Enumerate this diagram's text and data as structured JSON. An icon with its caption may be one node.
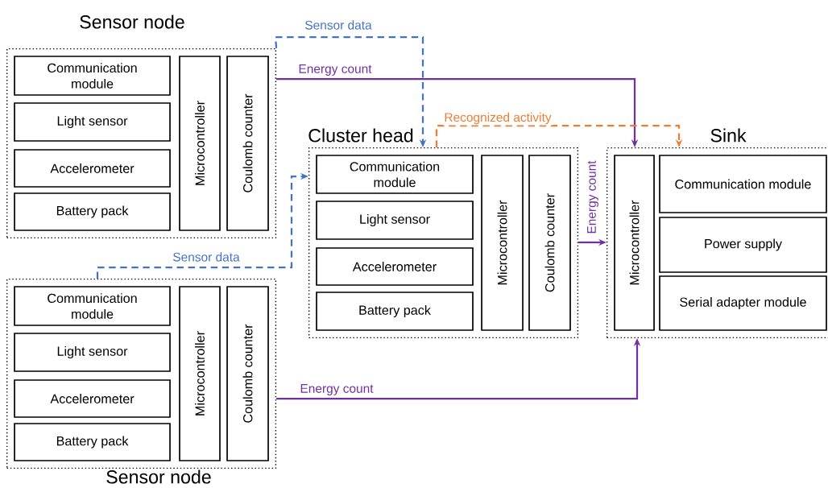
{
  "diagram": {
    "nodes": [
      {
        "text": [
          "Sensor node"
        ]
      },
      {
        "text": [
          "Communication module"
        ],
        "in": 0
      },
      {
        "text": [
          "Light sensor"
        ],
        "in": 0
      },
      {
        "text": [
          "Accelerometer"
        ],
        "in": 0
      },
      {
        "text": [
          "Battery pack"
        ],
        "in": 0
      },
      {
        "text": [
          "Microcontroller"
        ],
        "in": 0
      },
      {
        "text": [
          "Coulomb counter"
        ],
        "in": 0
      },
      {
        "text": [
          "Cluster head"
        ]
      },
      {
        "text": [
          "Communication module"
        ],
        "in": 7
      },
      {
        "text": [
          "Light sensor"
        ],
        "in": 7
      },
      {
        "text": [
          "Accelerometer"
        ],
        "in": 7
      },
      {
        "text": [
          "Battery pack"
        ],
        "in": 7
      },
      {
        "text": [
          "Microcontroller"
        ],
        "in": 7
      },
      {
        "text": [
          "Coulomb counter"
        ],
        "in": 7
      },
      {
        "text": [
          "Sink"
        ]
      },
      {
        "text": [
          "Microcontroller"
        ],
        "in": 14
      },
      {
        "text": [
          "Communication module"
        ],
        "in": 14
      },
      {
        "text": [
          "Power supply"
        ],
        "in": 14
      },
      {
        "text": [
          "Serial adapter module"
        ],
        "in": 14
      },
      {
        "text": [
          "Sensor node"
        ]
      },
      {
        "text": [
          "Communication module"
        ],
        "in": 19
      },
      {
        "text": [
          "Light sensor"
        ],
        "in": 19
      },
      {
        "text": [
          "Accelerometer"
        ],
        "in": 19
      },
      {
        "text": [
          "Battery pack"
        ],
        "in": 19
      },
      {
        "text": [
          "Microcontroller"
        ],
        "in": 19
      },
      {
        "text": [
          "Coulomb counter"
        ],
        "in": 19
      }
    ],
    "edges": [
      {
        "from": 0,
        "to": 7,
        "arrow": "to",
        "label": "Sensor data",
        "style": "dashed",
        "color": "#4472c4"
      },
      {
        "from": 0,
        "to": 14,
        "arrow": "to",
        "label": "Energy count",
        "color": "#7030a0"
      },
      {
        "from": 7,
        "to": 14,
        "arrow": "to",
        "label": "Recognized activity",
        "style": "dashed",
        "color": "#ed7d31"
      },
      {
        "from": 19,
        "to": 7,
        "arrow": "to",
        "label": "Sensor data",
        "style": "dashed",
        "color": "#4472c4"
      },
      {
        "from": 7,
        "to": 14,
        "arrow": "to",
        "label": "Energy count",
        "color": "#7030a0"
      },
      {
        "from": 19,
        "to": 14,
        "arrow": "to",
        "label": "Energy count",
        "color": "#7030a0"
      }
    ]
  }
}
